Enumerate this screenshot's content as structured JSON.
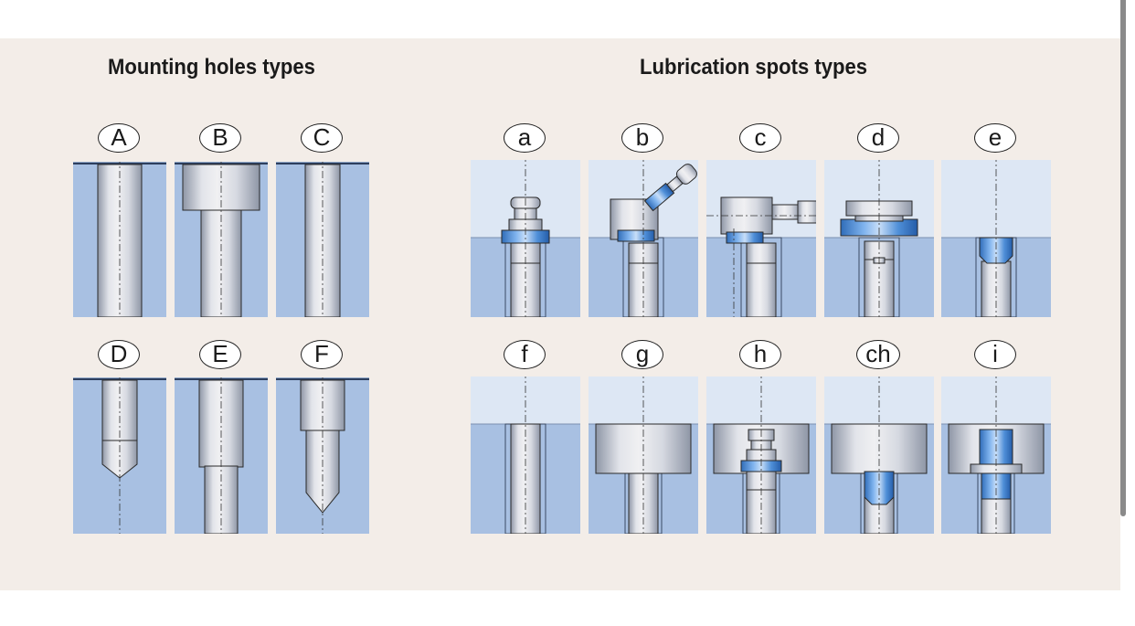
{
  "mounting": {
    "title": "Mounting holes types",
    "items": [
      {
        "label": "A",
        "kind": "straight"
      },
      {
        "label": "B",
        "kind": "counterbore"
      },
      {
        "label": "C",
        "kind": "straight-narrow"
      },
      {
        "label": "D",
        "kind": "blind-drill"
      },
      {
        "label": "E",
        "kind": "through-narrow-bottom"
      },
      {
        "label": "F",
        "kind": "stepped-drill"
      }
    ]
  },
  "lubrication": {
    "title": "Lubrication spots types",
    "items": [
      {
        "label": "a",
        "kind": "nipple-straight"
      },
      {
        "label": "b",
        "kind": "nipple-45"
      },
      {
        "label": "c",
        "kind": "nipple-90"
      },
      {
        "label": "d",
        "kind": "button-head"
      },
      {
        "label": "e",
        "kind": "flush-socket"
      },
      {
        "label": "f",
        "kind": "plain-hole"
      },
      {
        "label": "g",
        "kind": "counterbore-plain"
      },
      {
        "label": "h",
        "kind": "counterbore-nipple"
      },
      {
        "label": "ch",
        "kind": "counterbore-socket"
      },
      {
        "label": "i",
        "kind": "counterbore-hex"
      }
    ]
  },
  "colors": {
    "panel_bg": "#f3ede8",
    "material_blue": "#a8c0e2",
    "air_blue": "#dde7f4",
    "metal_light": "#f0f0f2",
    "metal_dark": "#8e96a6",
    "fitting_blue": "#4f8fd8",
    "outline": "#2a2a2a"
  },
  "icons": {
    "fitting": "grease-nipple-icon",
    "hole": "bore-hole-icon"
  }
}
